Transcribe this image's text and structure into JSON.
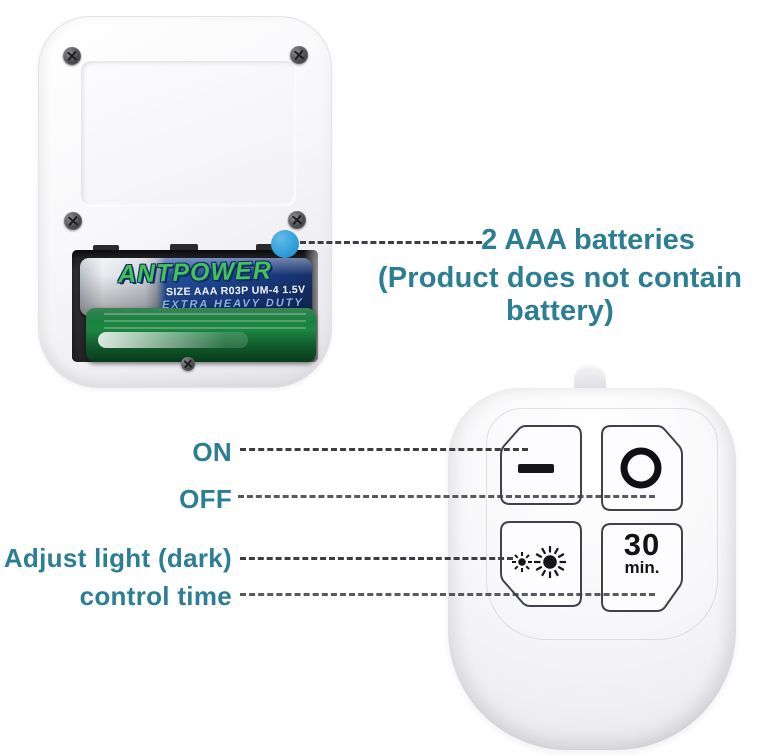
{
  "callout": {
    "line1": "2 AAA batteries",
    "line2": "(Product does not contain battery)"
  },
  "battery": {
    "brand": "ANTPOWER",
    "size": "SIZE AAA R03P UM-4 1.5V",
    "duty": "EXTRA HEAVY DUTY"
  },
  "labels": {
    "on": "ON",
    "off": "OFF",
    "adjust": "Adjust light (dark)",
    "timer": "control time"
  },
  "timer": {
    "value": "30",
    "unit": "min."
  },
  "icons": {
    "on_button": "minus-icon",
    "off_button": "circle-icon",
    "adjust_button": "sun-brightness-icons",
    "callout_marker": "blue-dot",
    "corner_fasteners": "screw-icon"
  },
  "colors": {
    "label_teal": "#2b7e93",
    "callout_dot_blue": "#2f9fd9",
    "dashed_line": "#3c3e44",
    "battery_blue": "#1d4492",
    "battery_green": "#1f9047",
    "brand_green": "#43c258"
  }
}
